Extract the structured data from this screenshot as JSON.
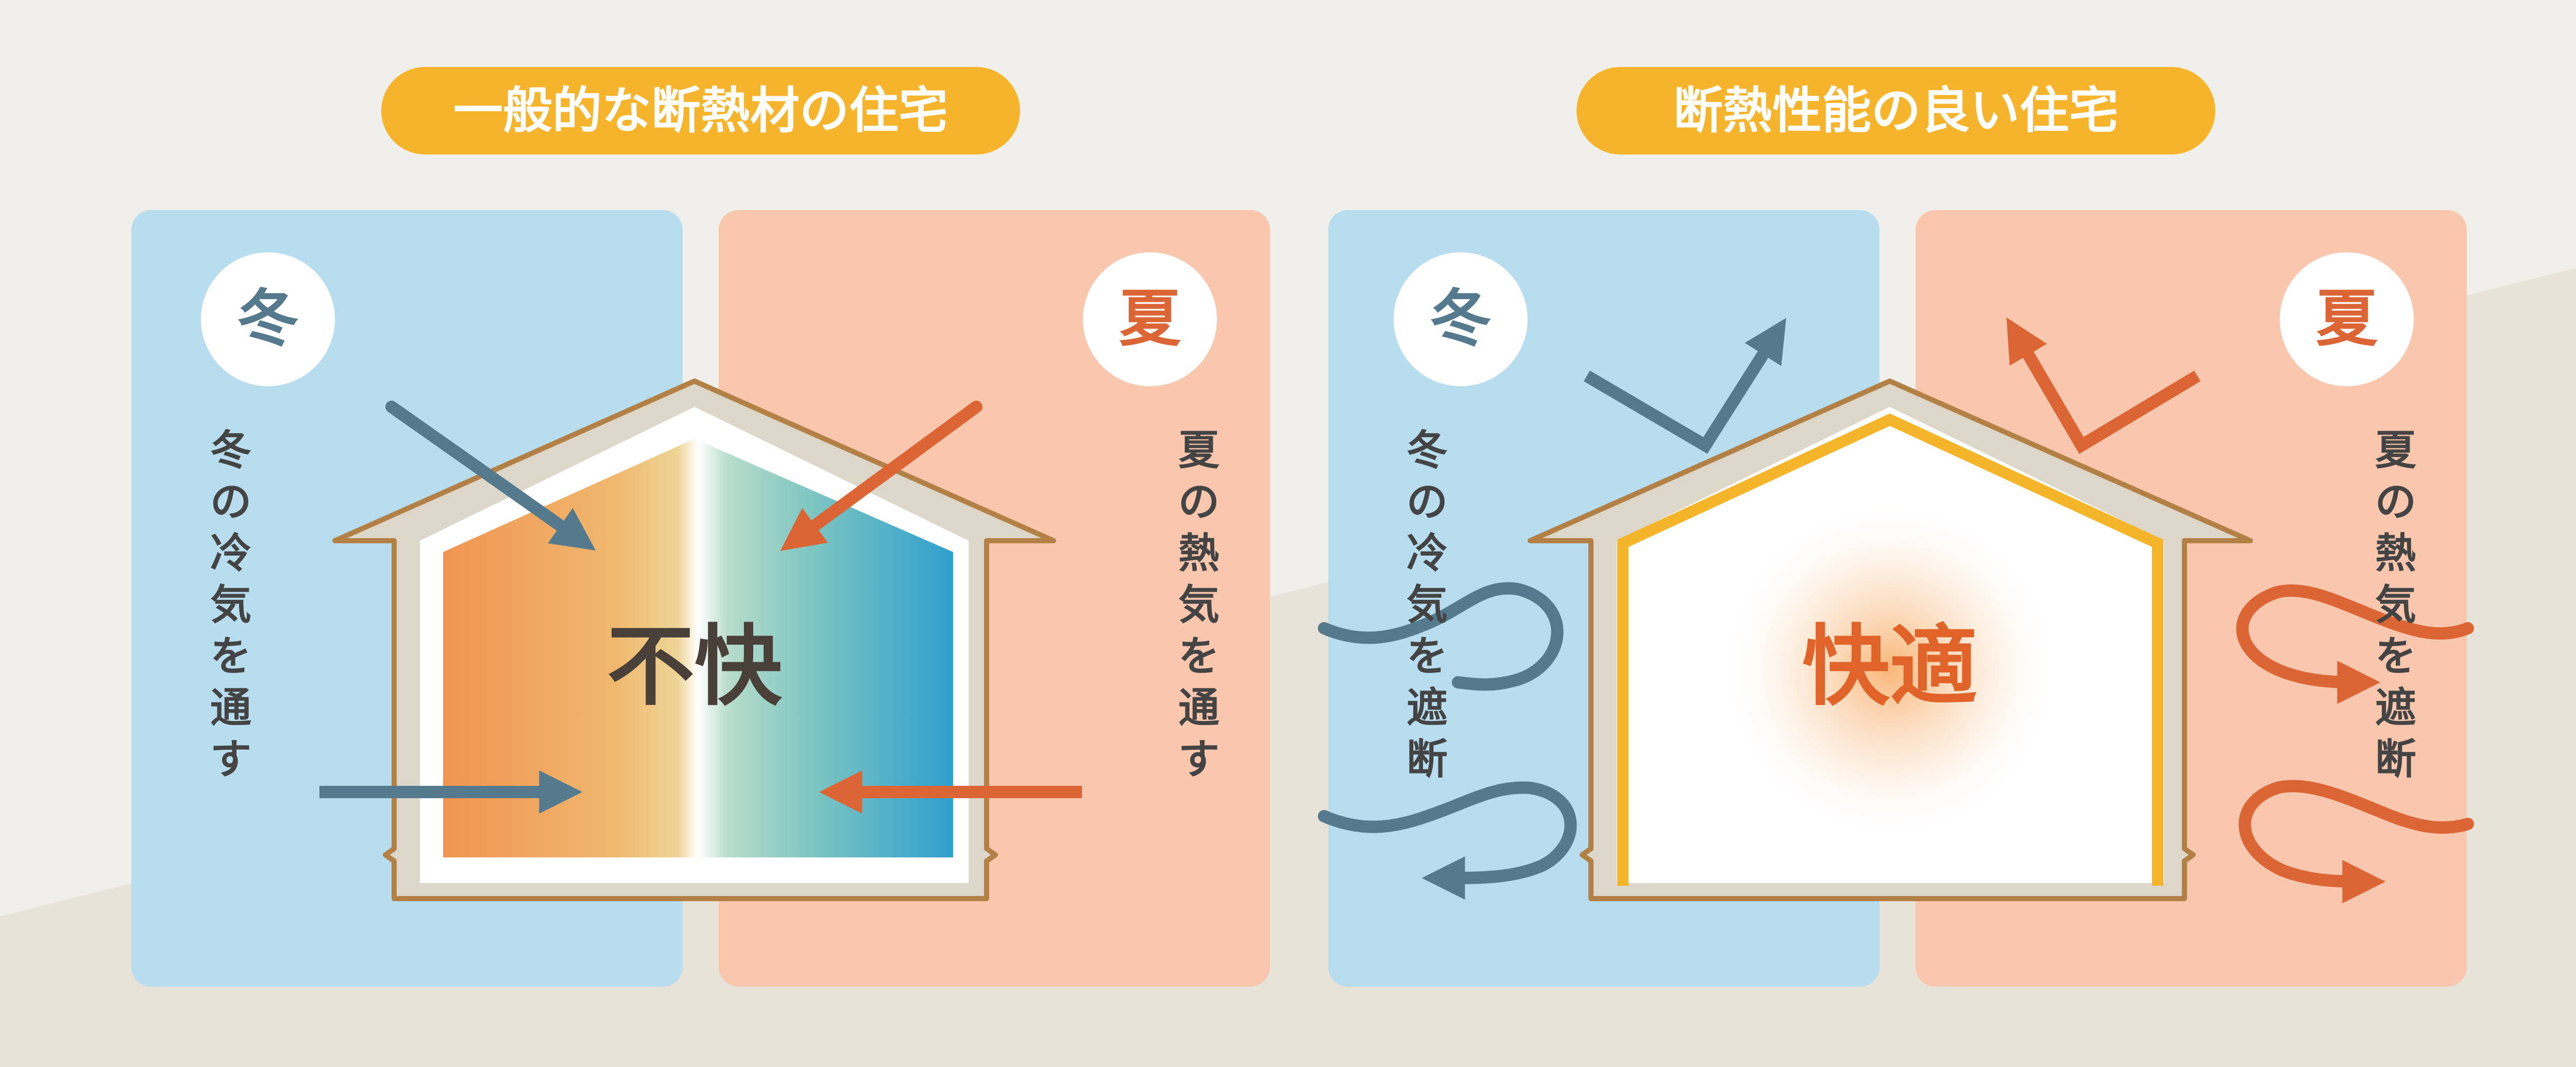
{
  "colors": {
    "background": "#f1efe9",
    "background_band": "#e7e3d9",
    "winter_panel": "#b8ddee",
    "summer_panel": "#f8c7ad",
    "pill": "#f6b42c",
    "blue_arrow": "#557a8e",
    "orange_arrow": "#dc6536",
    "text_dark": "#444444",
    "house_outline": "#b38146",
    "house_wall": "#ddd7ca",
    "insulation": "#f5b52a",
    "comfort_text": "#e0642a",
    "discomfort_text": "#4a403a"
  },
  "left": {
    "title": "一般的な断熱材の住宅",
    "winter_badge": "冬",
    "summer_badge": "夏",
    "winter_text": "冬の冷気を通す",
    "summer_text": "夏の熱気を通す",
    "center": "不快"
  },
  "right": {
    "title": "断熱性能の良い住宅",
    "winter_badge": "冬",
    "summer_badge": "夏",
    "winter_text": "冬の冷気を遮断",
    "summer_text": "夏の熱気を遮断",
    "center": "快適"
  }
}
